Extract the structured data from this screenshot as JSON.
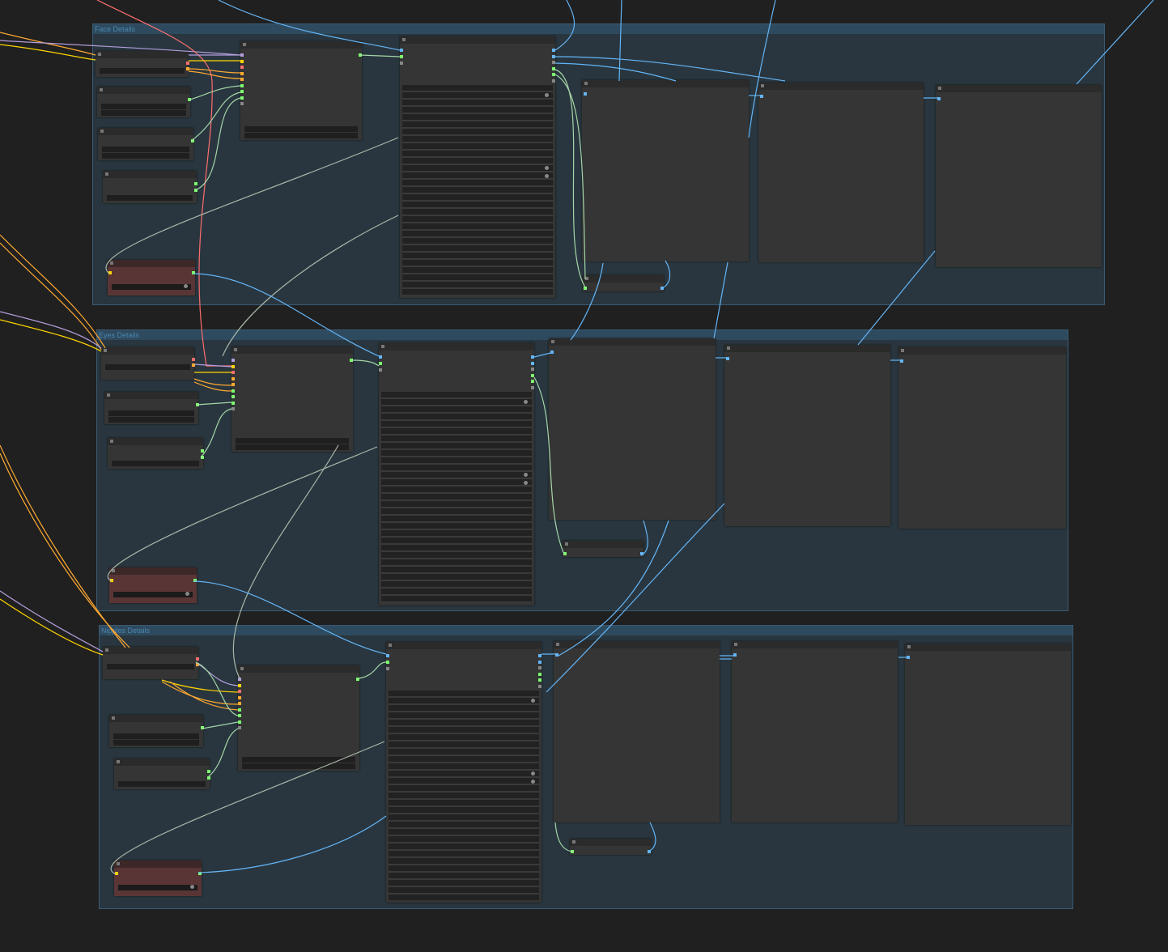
{
  "groups": [
    {
      "title": "Face Details"
    },
    {
      "title": "Eyes Details"
    },
    {
      "title": "Nipples Details"
    }
  ],
  "colors": {
    "canvas": "#202020",
    "group_body": "#29363f",
    "group_header": "#2e4a5e",
    "node": "#353535",
    "node_red": "#5a3535",
    "wire_blue": "#64b5f6",
    "wire_orange": "#ffa931",
    "wire_yellow": "#ffd500",
    "wire_lavender": "#b39ddb",
    "wire_red": "#ff6e6e",
    "wire_green": "#a5d6a7",
    "wire_gray": "#a8b8a8"
  }
}
